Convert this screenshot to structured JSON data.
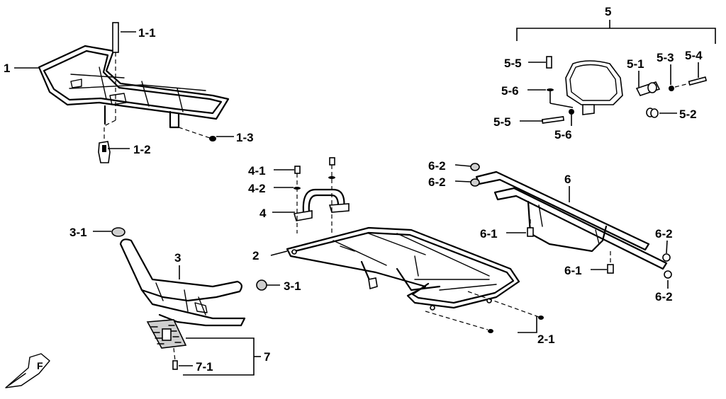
{
  "callouts": {
    "c1": "1",
    "c1_1": "1-1",
    "c1_2": "1-2",
    "c1_3": "1-3",
    "c2": "2",
    "c2_1": "2-1",
    "c3": "3",
    "c3_1a": "3-1",
    "c3_1b": "3-1",
    "c4": "4",
    "c4_1": "4-1",
    "c4_2": "4-2",
    "c5": "5",
    "c5_1": "5-1",
    "c5_2": "5-2",
    "c5_3": "5-3",
    "c5_4": "5-4",
    "c5_5a": "5-5",
    "c5_5b": "5-5",
    "c5_6a": "5-6",
    "c5_6b": "5-6",
    "c6": "6",
    "c6_1a": "6-1",
    "c6_1b": "6-1",
    "c6_2a": "6-2",
    "c6_2b": "6-2",
    "c6_2c": "6-2",
    "c6_2d": "6-2",
    "c7": "7",
    "c7_1": "7-1"
  },
  "front_marker": "F"
}
